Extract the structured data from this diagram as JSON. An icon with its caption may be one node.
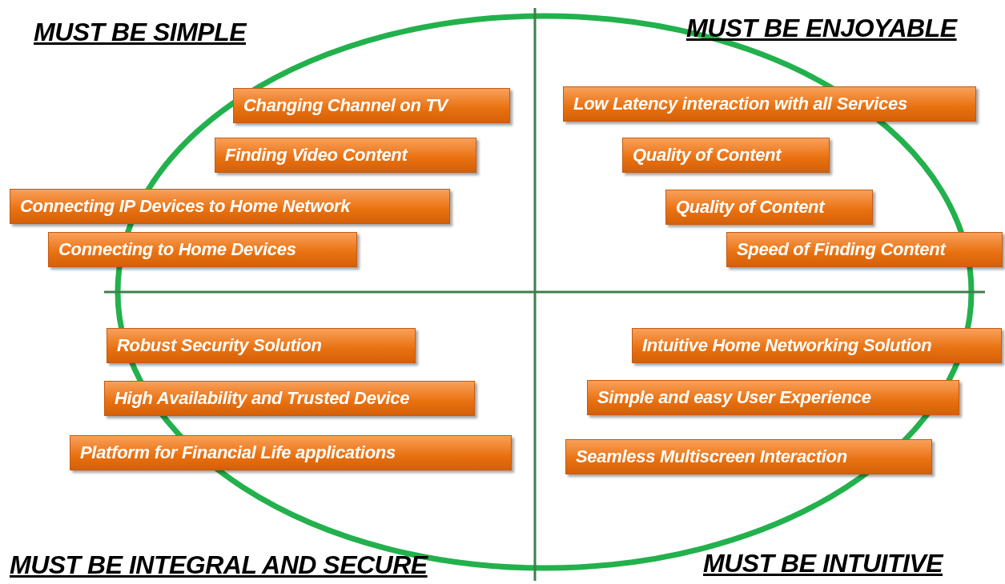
{
  "diagram": {
    "nodes": [
      {
        "text": [
          "Changing Channel on TV"
        ]
      },
      {
        "text": [
          "Finding Video Content"
        ]
      },
      {
        "text": [
          "Connecting IP Devices to Home Network"
        ]
      },
      {
        "text": [
          "Connecting to Home Devices"
        ]
      },
      {
        "text": [
          "Low Latency interaction with all Services"
        ]
      },
      {
        "text": [
          "Quality of Content"
        ]
      },
      {
        "text": [
          "Quality of Content"
        ]
      },
      {
        "text": [
          "Speed of Finding Content"
        ]
      },
      {
        "text": [
          "Robust Security Solution"
        ]
      },
      {
        "text": [
          "High Availability and Trusted Device"
        ]
      },
      {
        "text": [
          "Platform for Financial Life applications"
        ]
      },
      {
        "text": [
          "Intuitive Home Networking Solution"
        ]
      },
      {
        "text": [
          "Simple and easy User Experience"
        ]
      },
      {
        "text": [
          "Seamless Multiscreen Interaction"
        ]
      }
    ],
    "labels": [
      "MUST BE SIMPLE",
      "MUST BE ENJOYABLE",
      "MUST BE INTEGRAL AND SECURE",
      "MUST BE INTUITIVE"
    ]
  }
}
